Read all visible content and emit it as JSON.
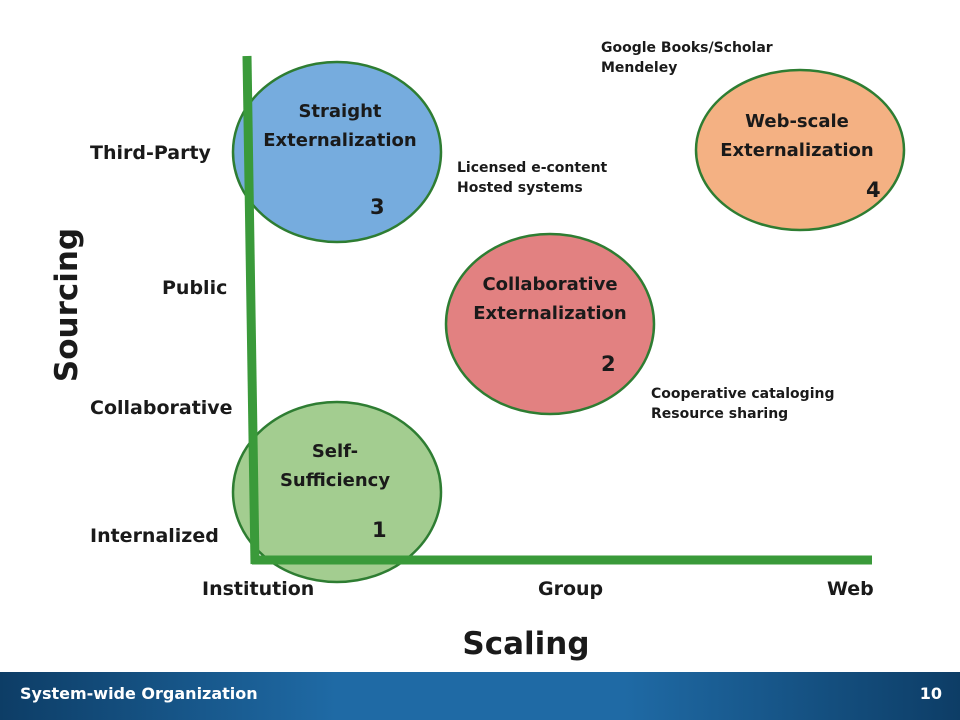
{
  "diagram": {
    "y_axis_title": "Sourcing",
    "x_axis_title": "Scaling",
    "y_labels": [
      "Third-Party",
      "Public",
      "Collaborative",
      "Internalized"
    ],
    "x_labels": [
      "Institution",
      "Group",
      "Web"
    ],
    "bubbles": [
      {
        "line1": "Self-",
        "line2": "Sufficiency",
        "number": "1",
        "color": "#93c47d"
      },
      {
        "line1": "Collaborative",
        "line2": "Externalization",
        "number": "2",
        "color": "#e07a7a"
      },
      {
        "line1": "Straight",
        "line2": "Externalization",
        "number": "3",
        "color": "#6fa8dc"
      },
      {
        "line1": "Web-scale",
        "line2": "Externalization",
        "number": "4",
        "color": "#f4b183"
      }
    ],
    "notes": [
      "Google Books/Scholar\nMendeley",
      "Licensed e-content\nHosted systems",
      "Cooperative cataloging\nResource sharing"
    ],
    "axis_color": "#3a9a3a"
  },
  "footer": {
    "title": "System-wide Organization",
    "page": "10"
  }
}
